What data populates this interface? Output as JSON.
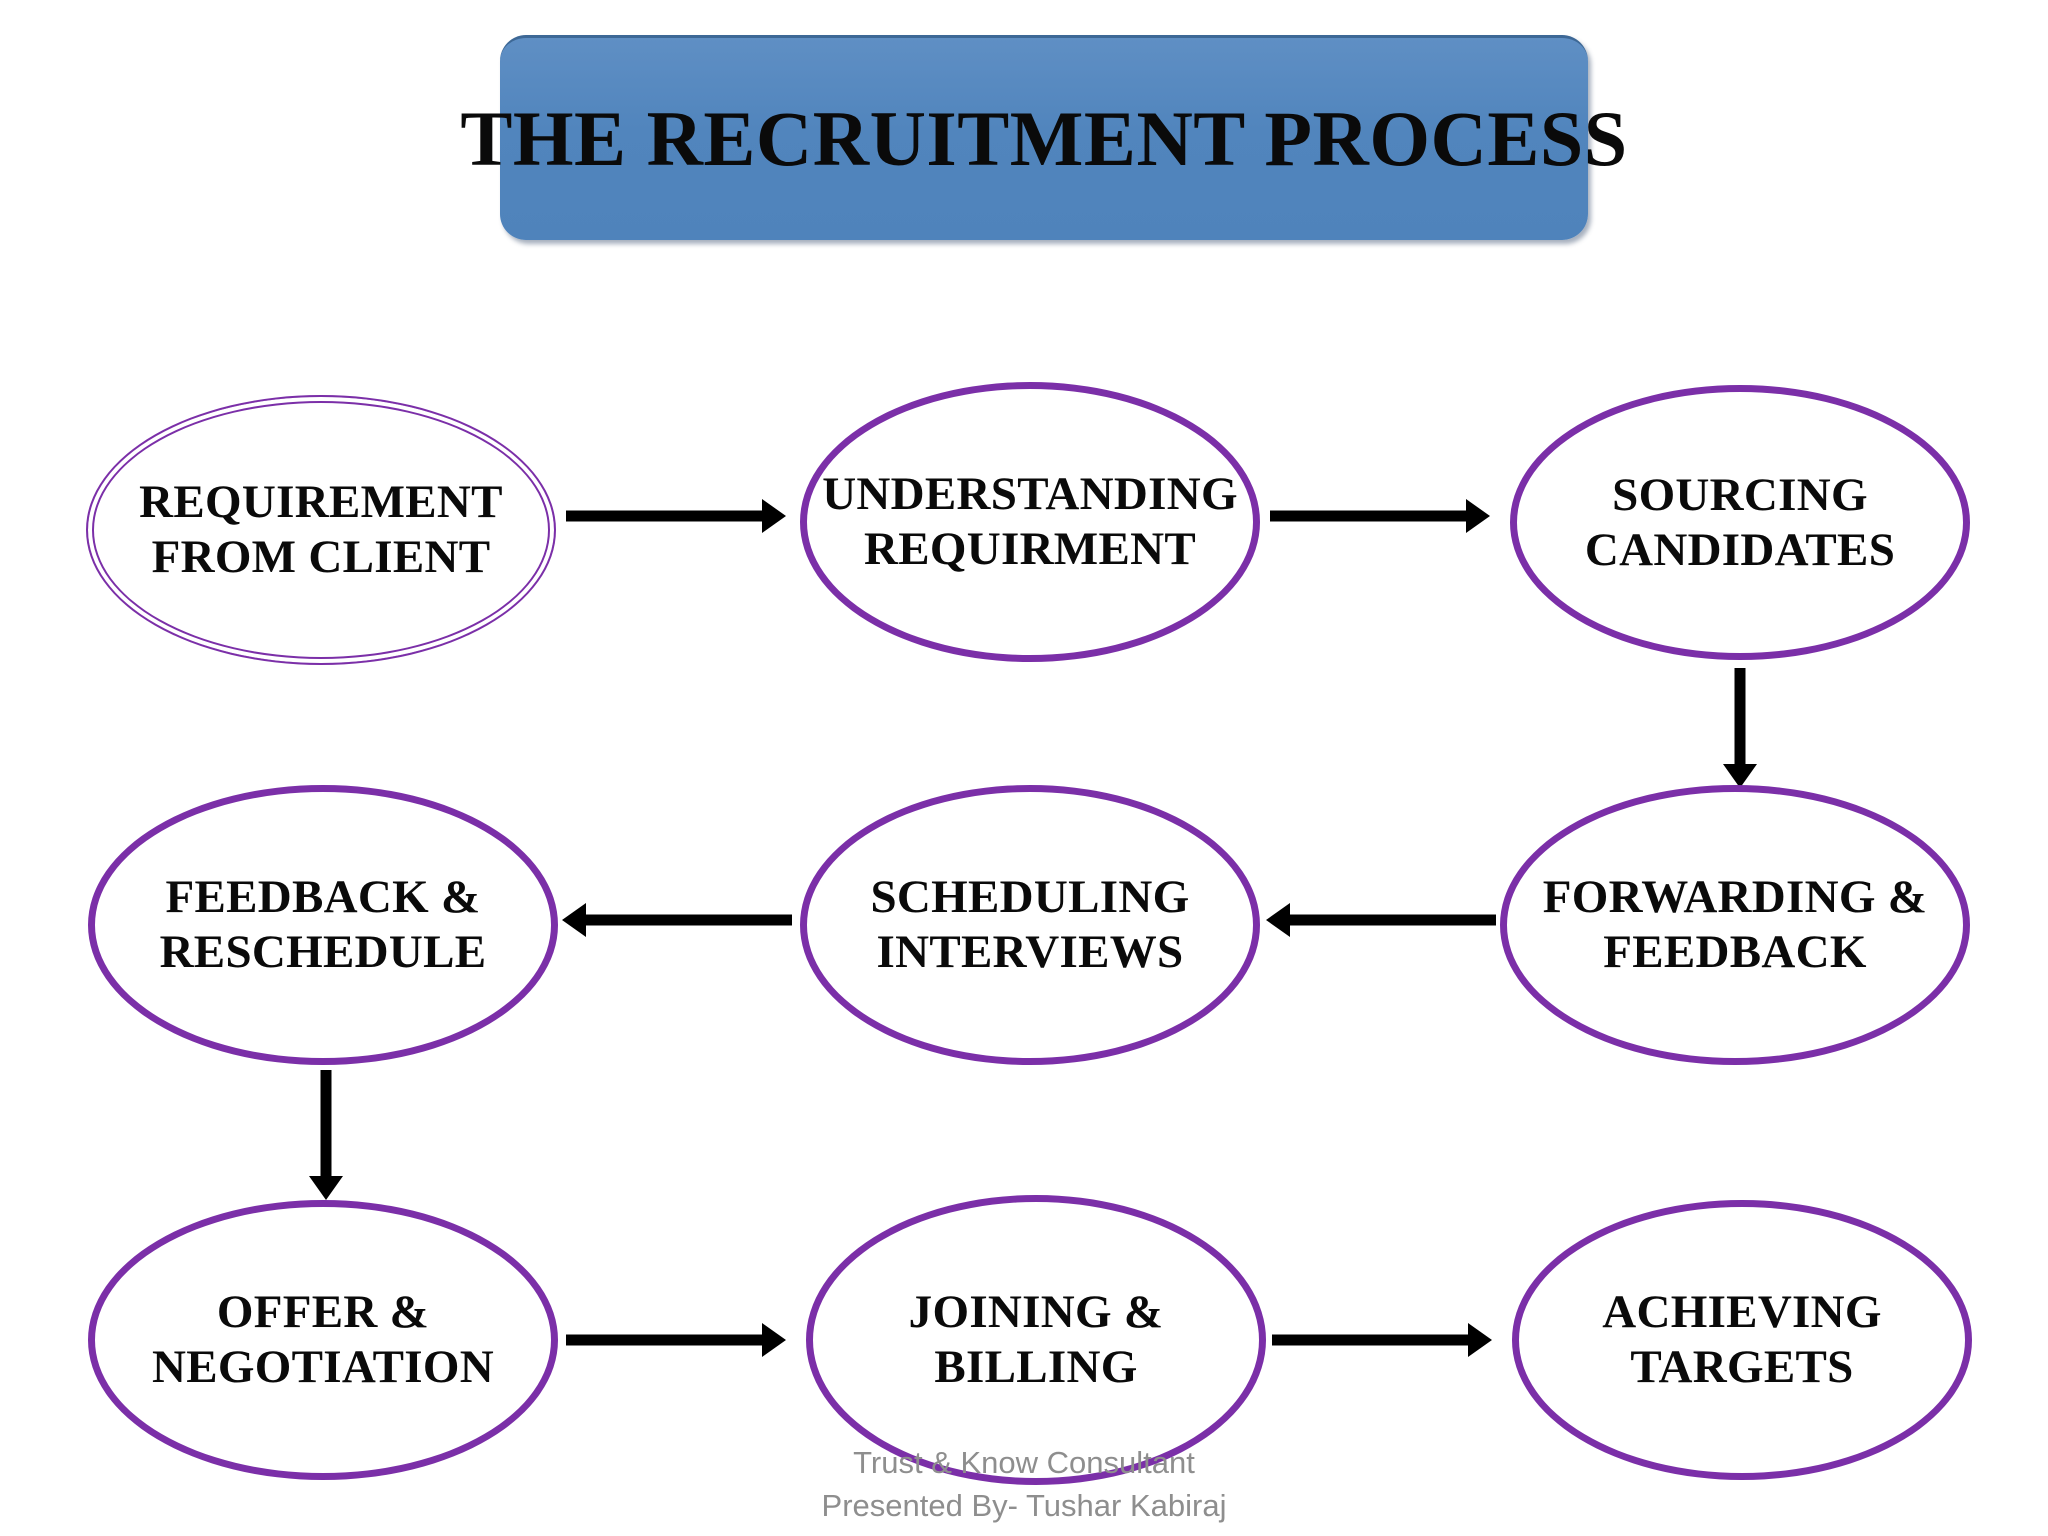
{
  "slide": {
    "background_color": "#ffffff",
    "title": {
      "text": "THE RECRUITMENT PROCESS",
      "banner_color": "#5185bd",
      "text_color": "#0a0a0a"
    }
  },
  "diagram_data": {
    "type": "flowchart",
    "node_outline_color": "#7b2fa8",
    "arrow_color": "#000000",
    "layout": "3x3 serpentine grid",
    "nodes": [
      {
        "id": "n1",
        "label": "REQUIREMENT\nFROM CLIENT",
        "row": 1,
        "col": 1,
        "border_style": "double-thin"
      },
      {
        "id": "n2",
        "label": "UNDERSTANDING\nREQUIRMENT",
        "row": 1,
        "col": 2,
        "border_style": "single-thick"
      },
      {
        "id": "n3",
        "label": "SOURCING\nCANDIDATES",
        "row": 1,
        "col": 3,
        "border_style": "single-thick"
      },
      {
        "id": "n4",
        "label": "FORWARDING &\nFEEDBACK",
        "row": 2,
        "col": 3,
        "border_style": "single-thick"
      },
      {
        "id": "n5",
        "label": "SCHEDULING\nINTERVIEWS",
        "row": 2,
        "col": 2,
        "border_style": "single-thick"
      },
      {
        "id": "n6",
        "label": "FEEDBACK &\nRESCHEDULE",
        "row": 2,
        "col": 1,
        "border_style": "single-thick"
      },
      {
        "id": "n7",
        "label": "OFFER &\nNEGOTIATION",
        "row": 3,
        "col": 1,
        "border_style": "single-thick"
      },
      {
        "id": "n8",
        "label": "JOINING &\nBILLING",
        "row": 3,
        "col": 2,
        "border_style": "single-thick"
      },
      {
        "id": "n9",
        "label": "ACHIEVING\nTARGETS",
        "row": 3,
        "col": 3,
        "border_style": "single-thick"
      }
    ],
    "edges": [
      {
        "from": "n1",
        "to": "n2",
        "direction": "right"
      },
      {
        "from": "n2",
        "to": "n3",
        "direction": "right"
      },
      {
        "from": "n3",
        "to": "n4",
        "direction": "down"
      },
      {
        "from": "n4",
        "to": "n5",
        "direction": "left"
      },
      {
        "from": "n5",
        "to": "n6",
        "direction": "left"
      },
      {
        "from": "n6",
        "to": "n7",
        "direction": "down"
      },
      {
        "from": "n7",
        "to": "n8",
        "direction": "right"
      },
      {
        "from": "n8",
        "to": "n9",
        "direction": "right"
      }
    ]
  },
  "footer": {
    "line1": "Trust & Know Consultant",
    "line2": "Presented By- Tushar Kabiraj",
    "color": "#8e8e8e"
  }
}
